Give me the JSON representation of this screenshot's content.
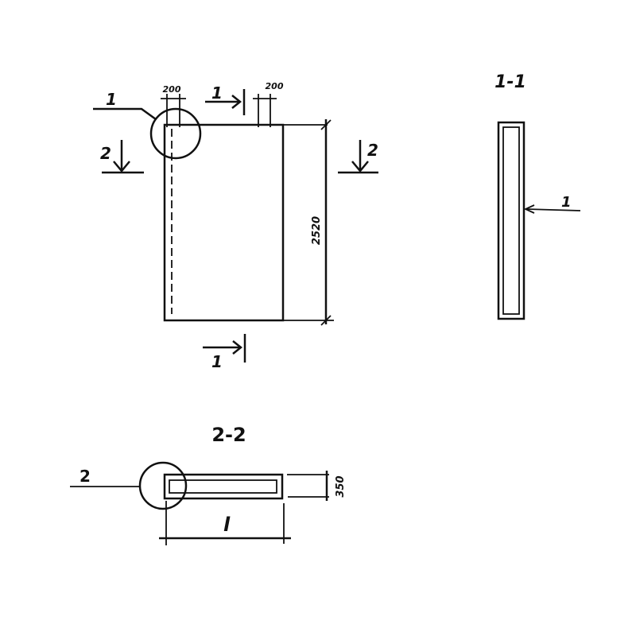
{
  "plan": {
    "callout_1": "1",
    "dim_left": "200",
    "dim_right": "200",
    "section_top": "1",
    "section_bottom": "1",
    "section_left": "2",
    "section_right": "2",
    "height_dim": "2520"
  },
  "section_1_1": {
    "title": "1-1",
    "callout": "1"
  },
  "section_2_2": {
    "title": "2-2",
    "callout": "2",
    "thickness_dim": "350",
    "length_dim": "l"
  }
}
